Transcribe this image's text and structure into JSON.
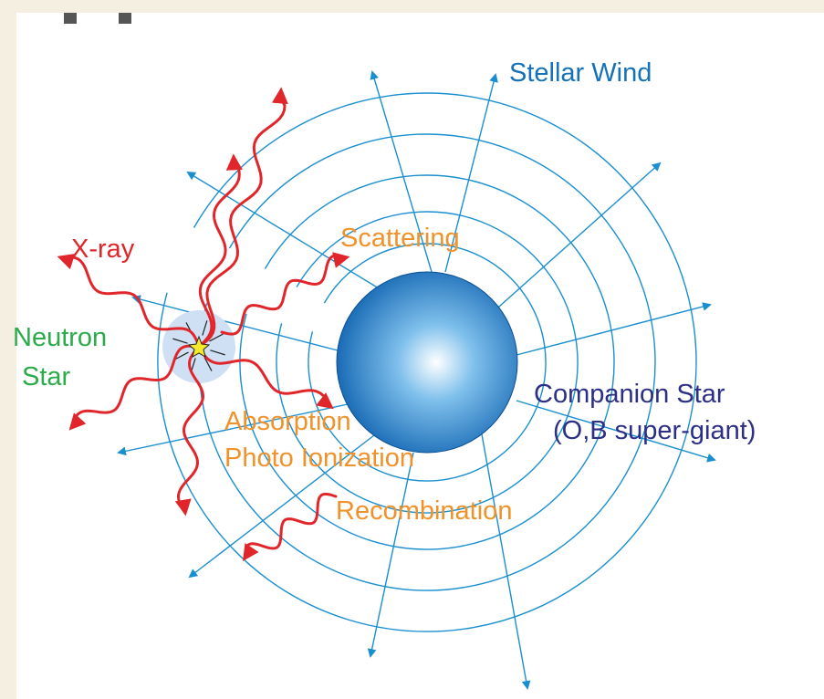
{
  "labels": {
    "stellar_wind": "Stellar Wind",
    "x_ray": "X-ray",
    "neutron_star_line1": "Neutron",
    "neutron_star_line2": "Star",
    "scattering": "Scattering",
    "absorption": "Absorption",
    "photo_ionization": "Photo Ionization",
    "recombination": "Recombination",
    "companion_star_line1": "Companion Star",
    "companion_star_line2": "(O,B super-giant)"
  },
  "colors": {
    "wind": "#1a8fd0",
    "xray": "#e0262b",
    "neutron_label": "#2bab4a",
    "process_label": "#f0922a",
    "companion_label": "#2b2f85",
    "stellar_wind_label": "#1572b6",
    "star_core": "#f4ea2a",
    "halo": "#cfe0f4"
  }
}
